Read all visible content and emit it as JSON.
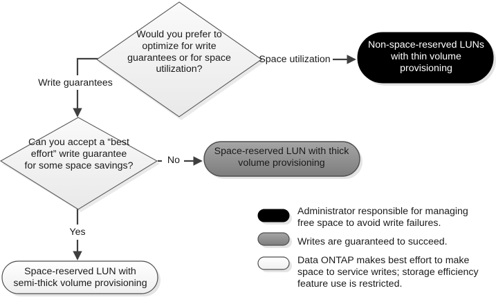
{
  "diagram": {
    "title_present": false,
    "colors": {
      "diamond_fill": "#f2f2f2",
      "diamond_stroke": "#3f3f3f",
      "black_fill": "#000000",
      "gray_fill": "#8c8c8c",
      "white_fill": "#fbfbfb",
      "line": "#3f3f3f",
      "text": "#1a1a1a",
      "text_on_black": "#ffffff",
      "background": "#ffffff",
      "shadow": "#d9d9d9"
    },
    "nodes": {
      "decision_1": {
        "shape": "diamond",
        "text": "Would you prefer to\noptimize for write\nguarantees or for space\nutilization?"
      },
      "decision_2": {
        "shape": "diamond",
        "text": "Can you accept a “best\neffort” write guarantee\nfor some space savings?"
      },
      "terminal_black": {
        "shape": "rounded-rect",
        "fill": "#000000",
        "text": "Non-space-reserved LUNs\nwith thin volume\nprovisioning"
      },
      "terminal_gray": {
        "shape": "rounded-rect",
        "fill": "#8c8c8c",
        "text": "Space-reserved LUN with thick\nvolume provisioning"
      },
      "terminal_white": {
        "shape": "rounded-rect",
        "fill": "#fbfbfb",
        "text": "Space-reserved LUN with\nsemi-thick volume provisioning"
      }
    },
    "edges": [
      {
        "id": "edge-space-utilization",
        "label": "Space utilization",
        "from": "decision_1",
        "to": "terminal_black"
      },
      {
        "id": "edge-write-guarantees",
        "label": "Write guarantees",
        "from": "decision_1",
        "to": "decision_2"
      },
      {
        "id": "edge-no",
        "label": "No",
        "from": "decision_2",
        "to": "terminal_gray"
      },
      {
        "id": "edge-yes",
        "label": "Yes",
        "from": "decision_2",
        "to": "terminal_white"
      }
    ],
    "legend": {
      "items": [
        {
          "swatch": "black",
          "swatch_color": "#000000",
          "text": "Administrator responsible for managing\nfree space to avoid write failures."
        },
        {
          "swatch": "gray",
          "swatch_color": "#8c8c8c",
          "text": "Writes are guaranteed to succeed."
        },
        {
          "swatch": "white",
          "swatch_color": "#fbfbfb",
          "text": "Data ONTAP makes best effort to make\nspace to service writes; storage efficiency\nfeature use is restricted."
        }
      ]
    }
  }
}
